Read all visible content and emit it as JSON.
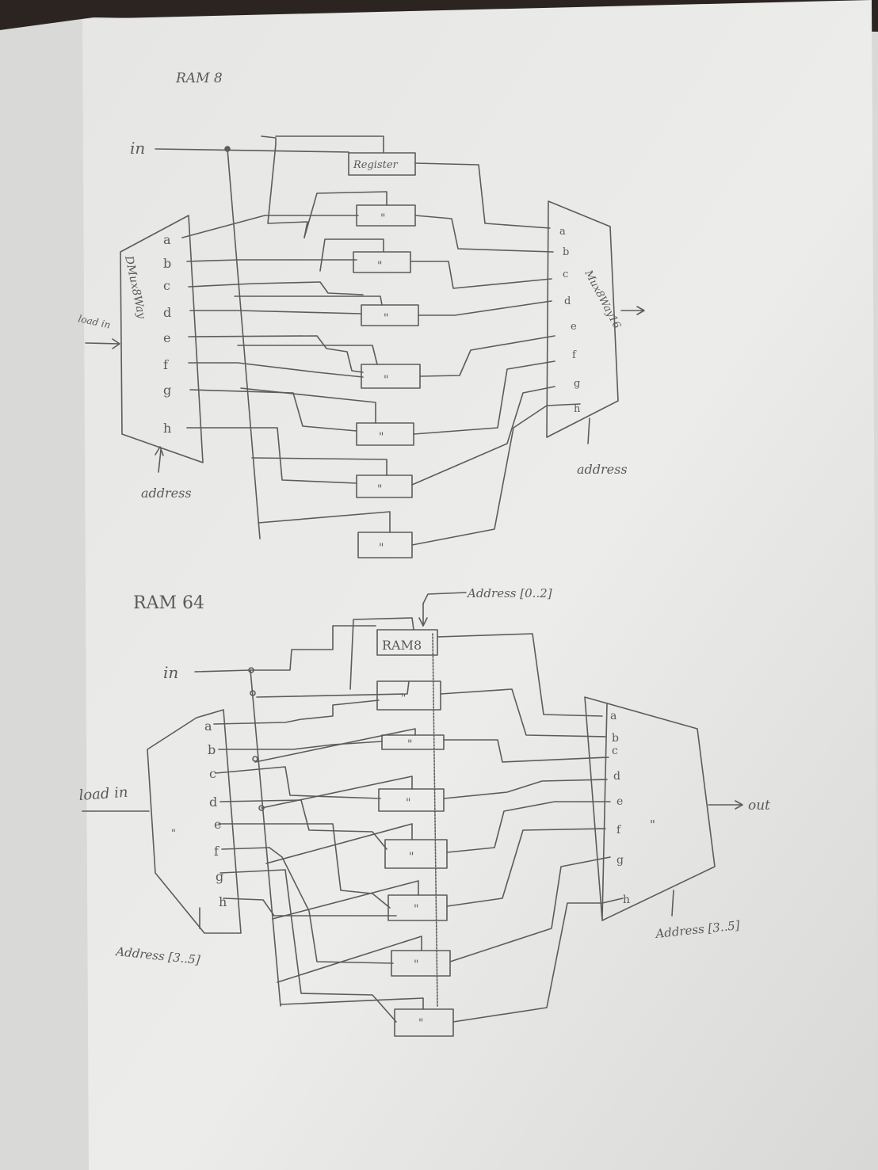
{
  "ram8": {
    "title": "RAM 8",
    "input_label": "in",
    "register_label": "Register",
    "ditto": "\"",
    "dmux_label": "DMux8Way",
    "load_label": "load in",
    "address_label": "address",
    "mux_label": "Mux8Way16",
    "mux_address_label": "address",
    "ports": [
      "a",
      "b",
      "c",
      "d",
      "e",
      "f",
      "g",
      "h"
    ]
  },
  "ram64": {
    "title": "RAM 64",
    "input_label": "in",
    "block_label": "RAM8",
    "ditto": "\"",
    "top_address_label": "Address [0..2]",
    "load_label": "load in",
    "dmux_ditto": "\"",
    "mux_ditto": "\"",
    "dmux_address_label": "Address [3..5]",
    "mux_address_label": "Address [3..5]",
    "output_label": "out",
    "ports": [
      "a",
      "b",
      "c",
      "d",
      "e",
      "f",
      "g",
      "h"
    ]
  },
  "colors": {
    "pencil": "#5c5c5c",
    "paper": "#e9e9e7",
    "background": "#2c2420"
  }
}
